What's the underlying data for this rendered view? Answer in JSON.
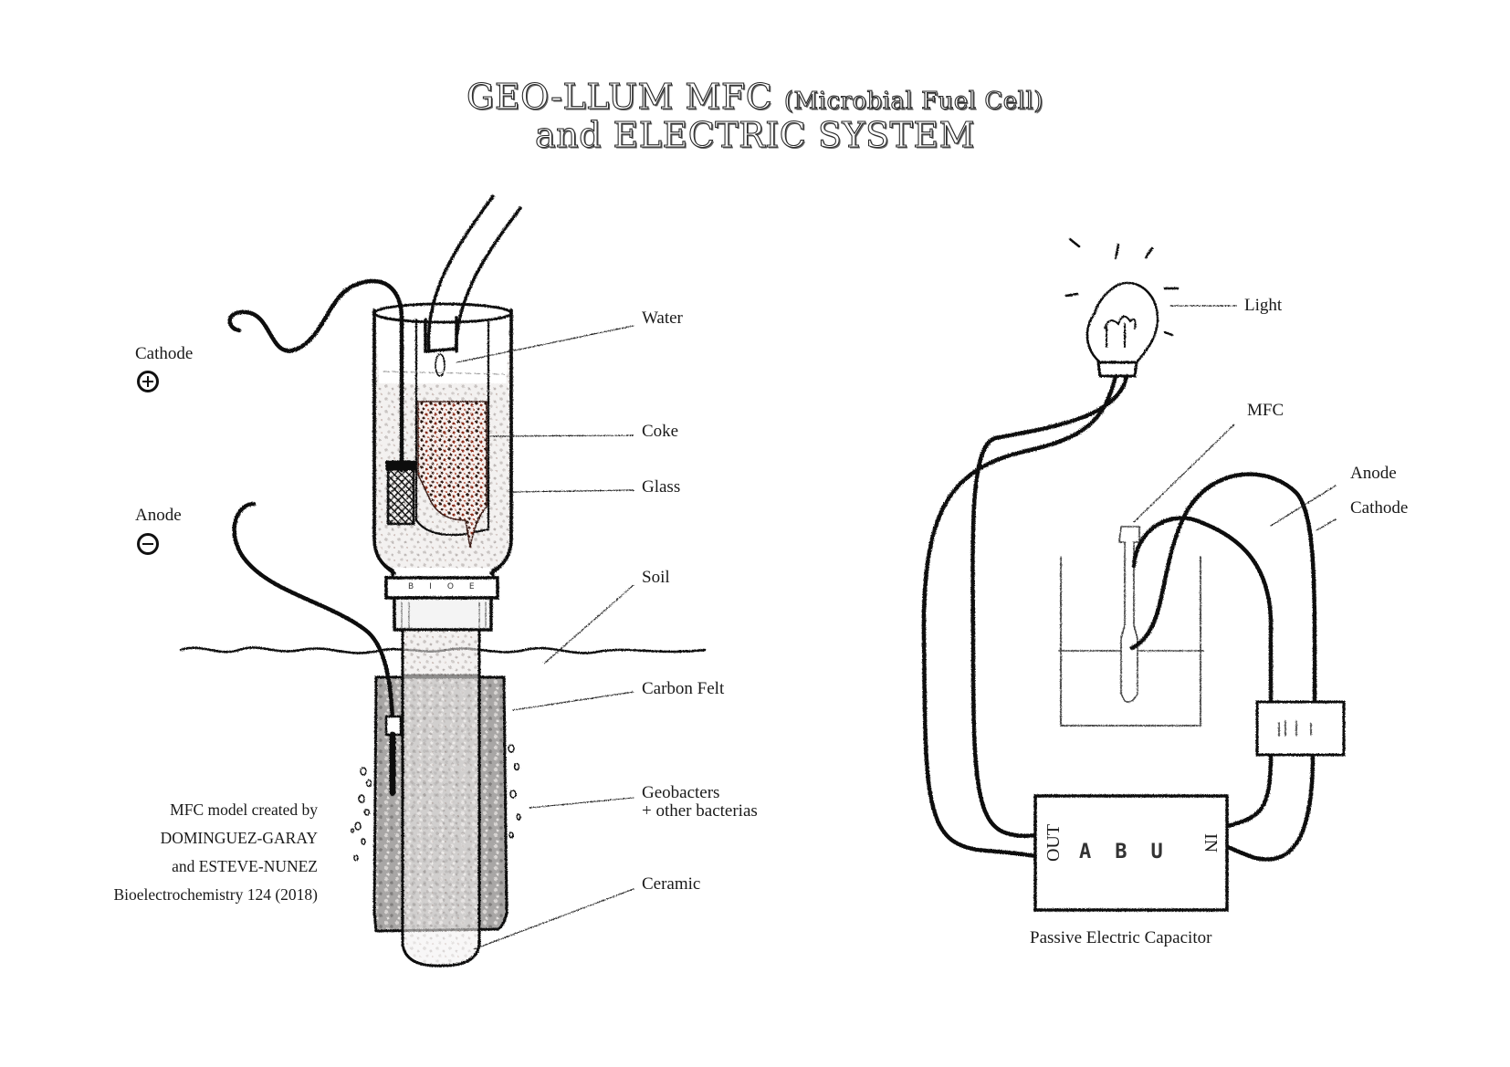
{
  "title": {
    "line1_main": "GEO-LLUM MFC",
    "line1_paren": "(Microbial Fuel Cell)",
    "line2": "and ELECTRIC SYSTEM"
  },
  "mfc_diagram": {
    "terminals": [
      {
        "label": "Cathode",
        "symbol": "plus-in-circle-icon"
      },
      {
        "label": "Anode",
        "symbol": "minus-in-circle-icon"
      }
    ],
    "callouts": [
      "Water",
      "Coke",
      "Glass",
      "Soil",
      "Carbon Felt",
      "Geobacters",
      "+ other bacterias",
      "Ceramic"
    ],
    "bottle_ring_lettering": "BIOE",
    "credit": [
      "MFC model created by",
      "DOMINGUEZ-GARAY",
      "and ESTEVE-NUNEZ",
      "Bioelectrochemistry 124 (2018)"
    ]
  },
  "electric_system": {
    "callouts": [
      "Light",
      "MFC",
      "Anode",
      "Cathode"
    ],
    "capacitor": {
      "out_label": "OUT",
      "in_label": "IN",
      "lettering": "ABU",
      "caption": "Passive Electric Capacitor"
    },
    "colors": {
      "ink": "#111111",
      "soil": "#bdb8b5",
      "coke": "#6b1e12",
      "felt": "#9a9a9a"
    }
  }
}
